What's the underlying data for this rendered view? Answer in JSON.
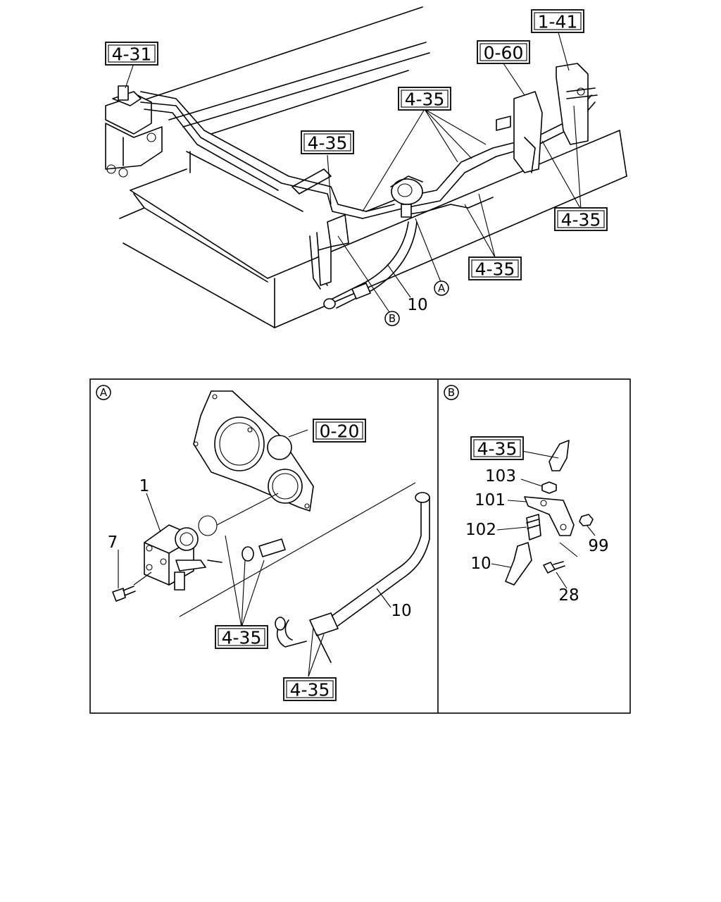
{
  "overview": {
    "refs": {
      "r431": "4-31",
      "r060": "0-60",
      "r141": "1-41",
      "r435_center": "4-35",
      "r435_top": "4-35",
      "r435_right": "4-35",
      "r435_lower": "4-35"
    },
    "part_10": "10",
    "callout_a": "A",
    "callout_b": "B"
  },
  "detail_a": {
    "callout": "A",
    "refs": {
      "r020": "0-20",
      "r435_left": "4-35",
      "r435_bottom": "4-35"
    },
    "parts": {
      "p1": "1",
      "p7": "7",
      "p10": "10"
    }
  },
  "detail_b": {
    "callout": "B",
    "refs": {
      "r435": "4-35"
    },
    "parts": {
      "p103": "103",
      "p101": "101",
      "p102": "102",
      "p10": "10",
      "p99": "99",
      "p28": "28"
    }
  }
}
